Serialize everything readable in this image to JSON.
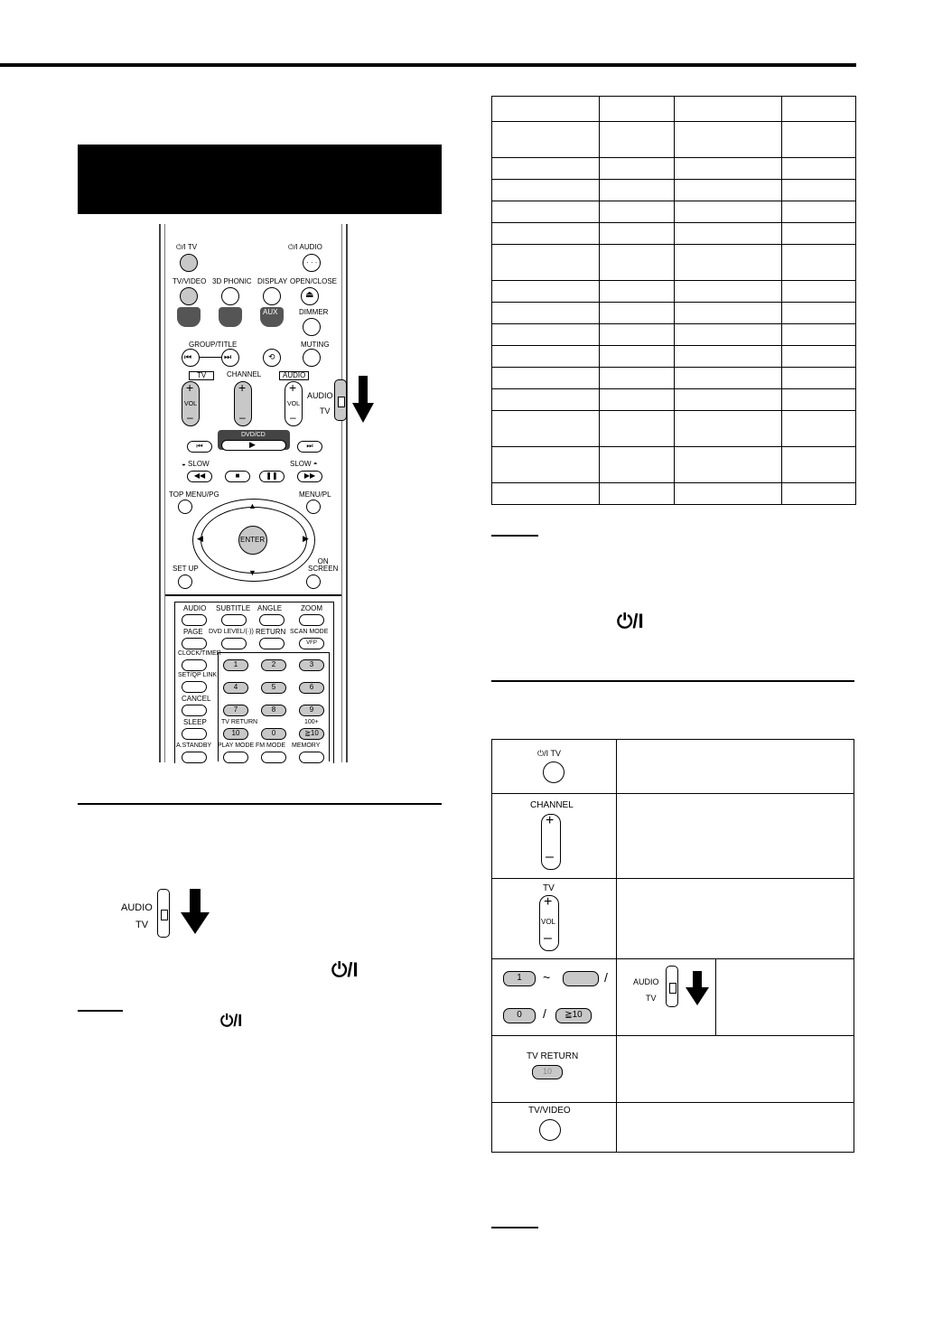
{
  "remote": {
    "labels": {
      "power_tv": "⏻/I TV",
      "power_audio": "⏻/I AUDIO",
      "tv_video": "TV/VIDEO",
      "phonic": "3D PHONIC",
      "display": "DISPLAY",
      "open_close": "OPEN/CLOSE",
      "aux": "AUX",
      "dimmer": "DIMMER",
      "group_title": "GROUP/TITLE",
      "muting": "MUTING",
      "tv": "TV",
      "channel": "CHANNEL",
      "audio": "AUDIO",
      "vol": "VOL",
      "dvd_cd": "DVD/CD",
      "slow_minus": "◒ SLOW",
      "slow_plus": "SLOW ◓",
      "top_menu": "TOP MENU/PG",
      "menu_pl": "MENU/PL",
      "enter": "ENTER",
      "set_up": "SET UP",
      "on_screen": "ON\nSCREEN",
      "audio2": "AUDIO",
      "subtitle": "SUBTITLE",
      "angle": "ANGLE",
      "zoom": "ZOOM",
      "page": "PAGE",
      "dvd_level": "DVD LEVEL/(·))",
      "return": "RETURN",
      "scan_mode": "SCAN MODE",
      "vfp": "VFP",
      "clock_timer": "CLOCK/TIMER",
      "set_qp_link": "SET/QP LINK",
      "cancel": "CANCEL",
      "sleep": "SLEEP",
      "tv_return": "TV RETURN",
      "hundred_plus": "100+",
      "a_standby": "A.STANDBY",
      "play_mode": "PLAY MODE",
      "fm_mode": "FM MODE",
      "memory": "MEMORY",
      "switch_audio": "AUDIO",
      "switch_tv": "TV",
      "num_keys": [
        "1",
        "2",
        "3",
        "4",
        "5",
        "6",
        "7",
        "8",
        "9",
        "10",
        "0",
        "≧10"
      ]
    }
  },
  "left_section": {
    "switch_audio": "AUDIO",
    "switch_tv": "TV"
  },
  "power_symbol": "⏻/I",
  "side_table": {
    "power_tv": "⏻/I TV",
    "channel": "CHANNEL",
    "tv": "TV",
    "vol": "VOL",
    "key_1": "1",
    "key_0": "0",
    "key_ge10": "≧10",
    "tilde": "~",
    "slash": "/",
    "switch_audio": "AUDIO",
    "switch_tv": "TV",
    "tv_return": "TV RETURN",
    "tv_return_key": "10",
    "tv_video": "TV/VIDEO"
  }
}
